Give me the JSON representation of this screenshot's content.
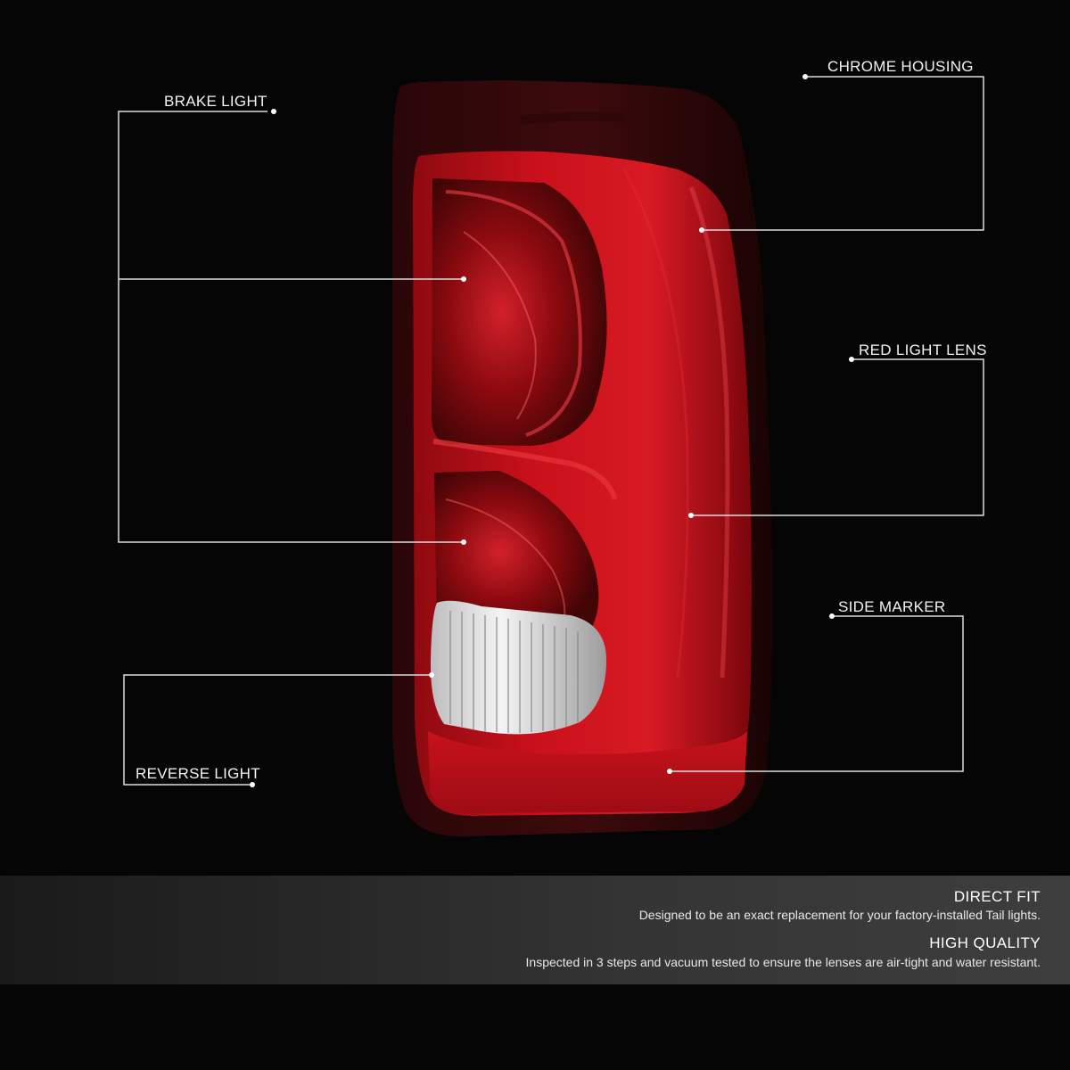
{
  "callouts": {
    "brake_light": "BRAKE LIGHT",
    "chrome_housing": "CHROME HOUSING",
    "red_light_lens": "RED LIGHT LENS",
    "side_marker": "SIDE MARKER",
    "reverse_light": "REVERSE LIGHT"
  },
  "features": {
    "direct_fit": {
      "title": "DIRECT FIT",
      "text": "Designed to be an exact replacement for your factory-installed Tail lights."
    },
    "high_quality": {
      "title": "HIGH QUALITY",
      "text": "Inspected in 3 steps and vacuum tested to ensure the lenses are air-tight and water resistant."
    }
  },
  "colors": {
    "background": "#050505",
    "lens_red": "#c8101b",
    "lens_dark": "#5a0508",
    "reverse_clear": "#e6e6e6",
    "callout_line": "#dcdcdc"
  }
}
